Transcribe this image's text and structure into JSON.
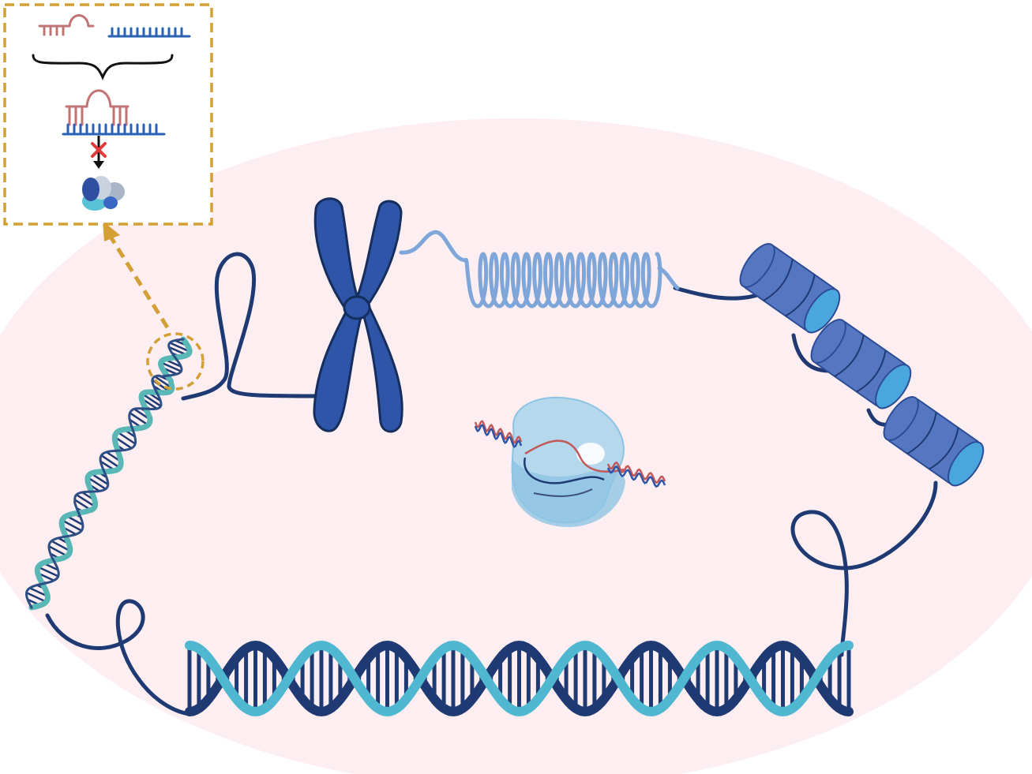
{
  "figure": {
    "kind": "illustration",
    "elements": [
      "inset-panel",
      "loop-strand",
      "chromosome",
      "coiled-fiber",
      "nucleosome-cylinders",
      "ribosome-complex",
      "double-helix",
      "twisted-helix",
      "zoom-circle",
      "zoom-arrow"
    ]
  },
  "colors": {
    "cell_background": "#fdeef1",
    "dark_navy": "#1f3a73",
    "royal_blue": "#2f55a8",
    "light_blue": "#7ea6d8",
    "cyan": "#4fb7cf",
    "teal": "#59b7b6",
    "rna_pink": "#c27373",
    "dna_blue": "#2a62b4",
    "inset_border": "#d4a035",
    "block_x_red": "#e23a3a",
    "ribosome": "#a8d4ec",
    "cylinder_face": "#4aa7dd",
    "cylinder_body": "#5577c2"
  },
  "inset": {
    "icons": [
      "rna-hairpin-icon",
      "dna-strand-icon",
      "brace-icon",
      "duplex-icon",
      "inhibit-arrow-icon",
      "protein-complex-icon"
    ]
  }
}
